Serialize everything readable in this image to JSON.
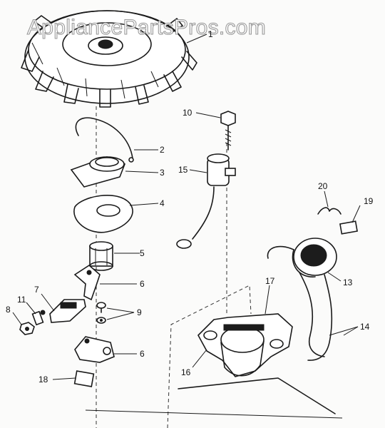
{
  "watermark": "AppliancePartsPros.com",
  "callouts": [
    "1",
    "2",
    "3",
    "4",
    "5",
    "6",
    "6",
    "7",
    "8",
    "9",
    "10",
    "11",
    "13",
    "14",
    "15",
    "16",
    "17",
    "18",
    "19",
    "20"
  ]
}
